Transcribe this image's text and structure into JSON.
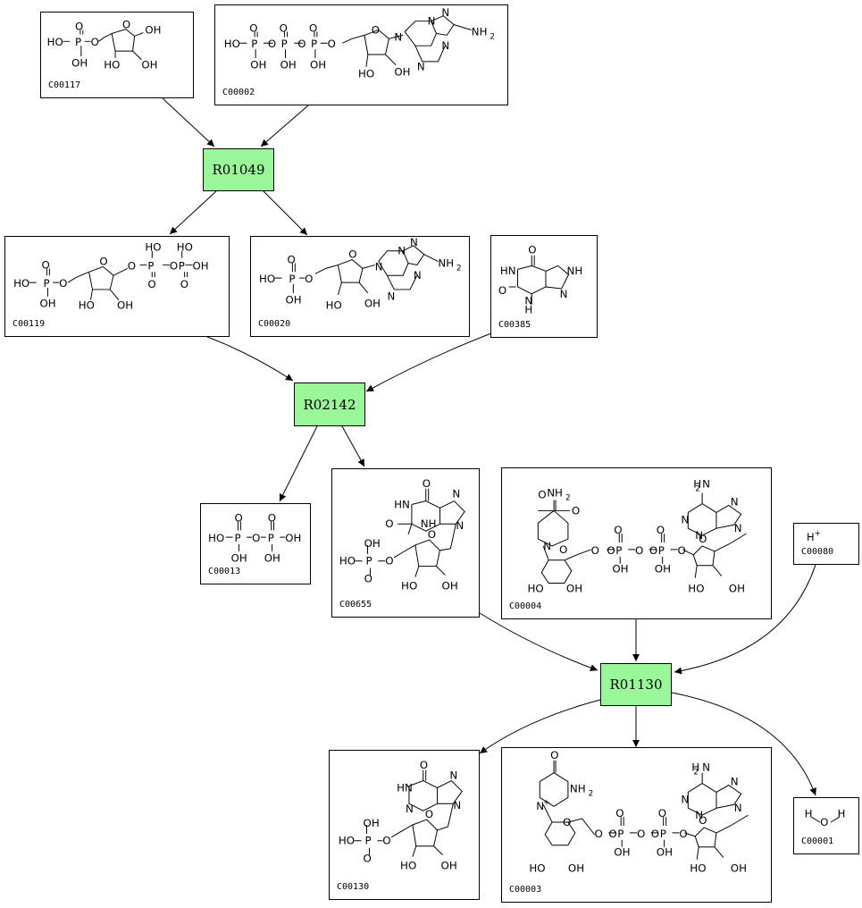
{
  "compounds": {
    "c00117": {
      "id": "C00117"
    },
    "c00002": {
      "id": "C00002"
    },
    "c00119": {
      "id": "C00119"
    },
    "c00020": {
      "id": "C00020"
    },
    "c00385": {
      "id": "C00385"
    },
    "c00013": {
      "id": "C00013"
    },
    "c00655": {
      "id": "C00655"
    },
    "c00004": {
      "id": "C00004"
    },
    "c00080": {
      "id": "C00080",
      "label": "H"
    },
    "c00130": {
      "id": "C00130"
    },
    "c00003": {
      "id": "C00003"
    },
    "c00001": {
      "id": "C00001"
    }
  },
  "reactions": {
    "r01049": {
      "id": "R01049"
    },
    "r02142": {
      "id": "R02142"
    },
    "r01130": {
      "id": "R01130"
    }
  },
  "colors": {
    "reaction_fill": "#99f799",
    "edge": "#000000",
    "box_border": "#000000"
  }
}
